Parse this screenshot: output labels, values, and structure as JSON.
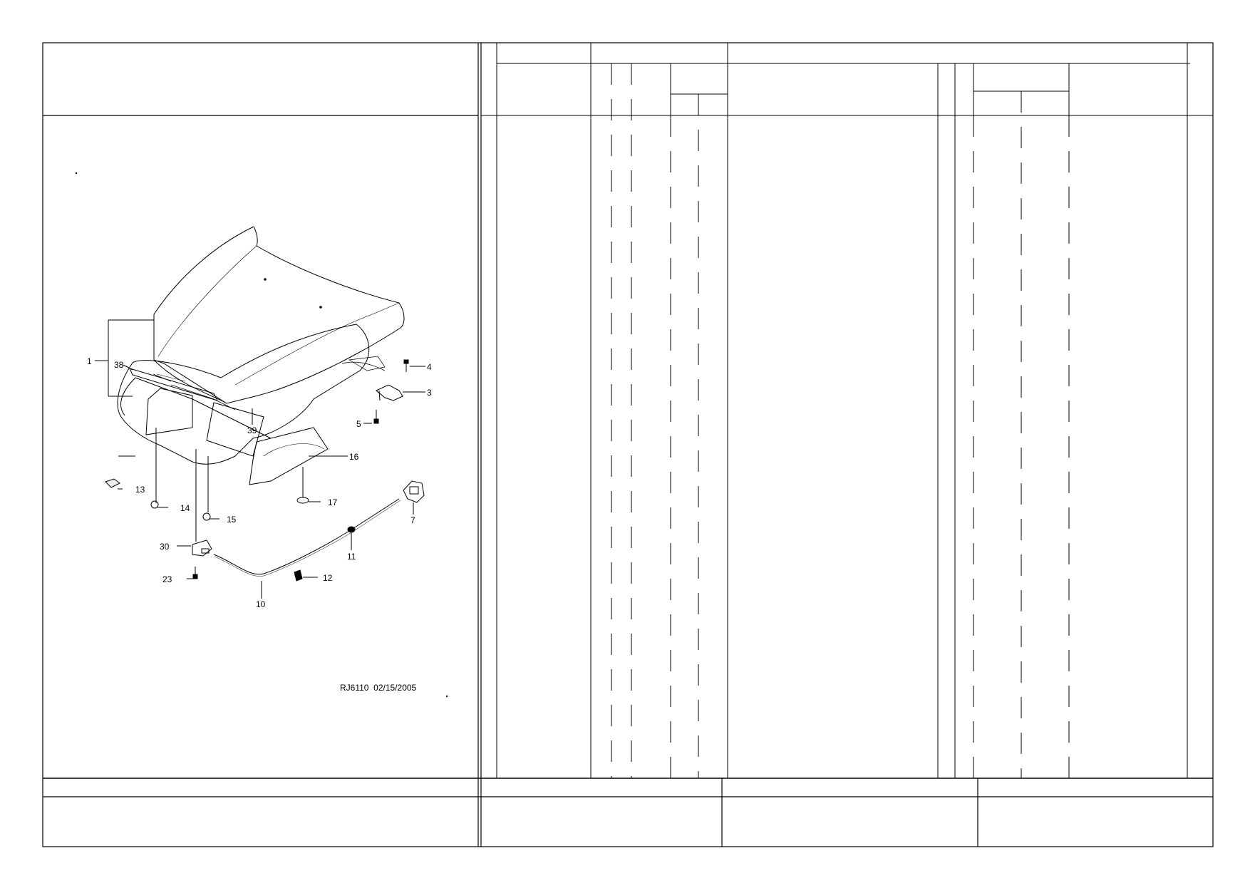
{
  "illustration": {
    "caption_code": "RJ6110",
    "caption_date": "02/15/2005",
    "callouts": [
      {
        "id": "c1",
        "text": "1"
      },
      {
        "id": "c38",
        "text": "38"
      },
      {
        "id": "c39",
        "text": "39"
      },
      {
        "id": "c4",
        "text": "4"
      },
      {
        "id": "c3",
        "text": "3"
      },
      {
        "id": "c5",
        "text": "5"
      },
      {
        "id": "c16",
        "text": "16"
      },
      {
        "id": "c13",
        "text": "13"
      },
      {
        "id": "c14",
        "text": "14"
      },
      {
        "id": "c15",
        "text": "15"
      },
      {
        "id": "c17",
        "text": "17"
      },
      {
        "id": "c7",
        "text": "7"
      },
      {
        "id": "c11",
        "text": "11"
      },
      {
        "id": "c30",
        "text": "30"
      },
      {
        "id": "c23",
        "text": "23"
      },
      {
        "id": "c12",
        "text": "12"
      },
      {
        "id": "c10",
        "text": "10"
      }
    ]
  },
  "parts_table": {
    "header_cells": [],
    "rows": []
  },
  "footer": {
    "cells": []
  }
}
